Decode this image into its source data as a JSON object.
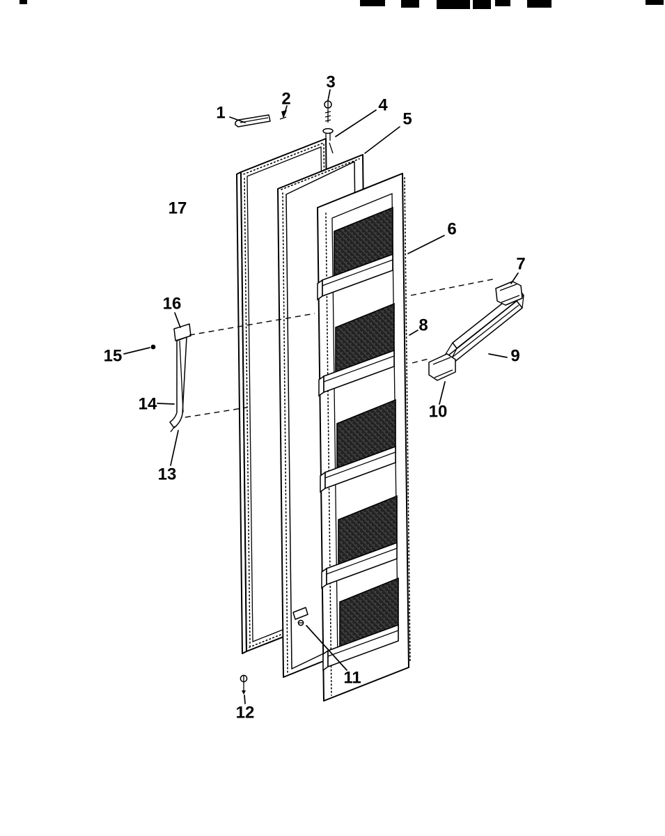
{
  "figure": {
    "type": "exploded-parts-diagram",
    "background_color": "#ffffff",
    "line_color": "#000000",
    "callout_count": 17
  },
  "callouts": [
    {
      "label": "1"
    },
    {
      "label": "2"
    },
    {
      "label": "3"
    },
    {
      "label": "4"
    },
    {
      "label": "5"
    },
    {
      "label": "6"
    },
    {
      "label": "7"
    },
    {
      "label": "8"
    },
    {
      "label": "9"
    },
    {
      "label": "10"
    },
    {
      "label": "11"
    },
    {
      "label": "12"
    },
    {
      "label": "13"
    },
    {
      "label": "14"
    },
    {
      "label": "15"
    },
    {
      "label": "16"
    },
    {
      "label": "17"
    }
  ]
}
